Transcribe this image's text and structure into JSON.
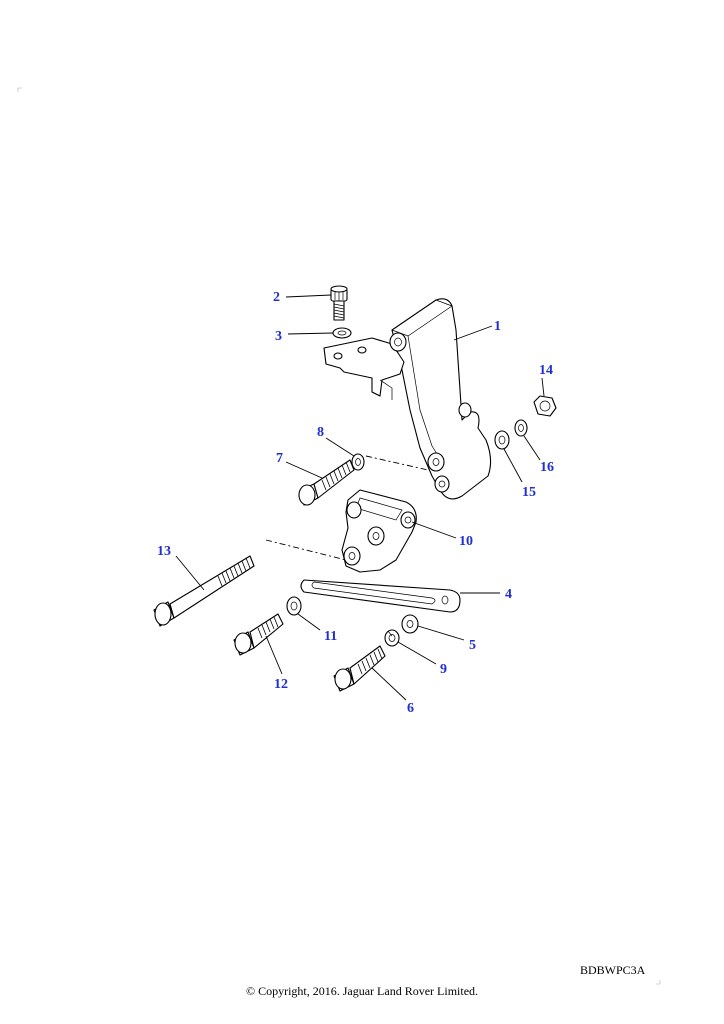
{
  "callouts": {
    "c1": "1",
    "c2": "2",
    "c3": "3",
    "c4": "4",
    "c5": "5",
    "c6": "6",
    "c7": "7",
    "c8": "8",
    "c9": "9",
    "c10": "10",
    "c11": "11",
    "c12": "12",
    "c13": "13",
    "c14": "14",
    "c15": "15",
    "c16": "16"
  },
  "footer": {
    "drawing_code": "BDBWPC3A",
    "copyright": "© Copyright, 2016. Jaguar Land Rover Limited."
  },
  "colors": {
    "callout_text": "#1f2fd0",
    "line_art": "#000000",
    "background": "#ffffff"
  }
}
